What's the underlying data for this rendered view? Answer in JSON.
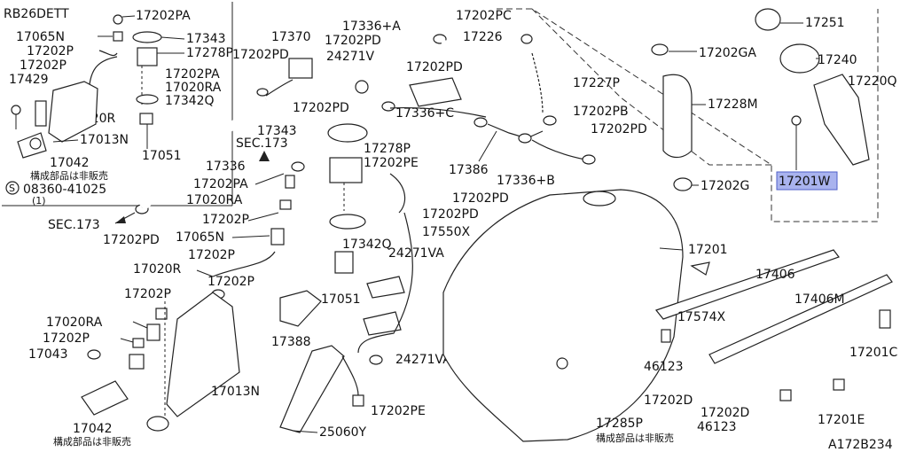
{
  "engine_code": "RB26DETT",
  "figure_code": "A172B234",
  "highlight_color": "#a9b3ee",
  "part_numbers": {
    "p17202PA": "17202PA",
    "p17065N": "17065N",
    "p17343": "17343",
    "p17202P": "17202P",
    "p17278P": "17278P",
    "p17429": "17429",
    "p17020RA": "17020RA",
    "p17020R": "17020R",
    "p17342Q": "17342Q",
    "p17013N": "17013N",
    "p17051": "17051",
    "p17042": "17042",
    "p08360": "08360-41025",
    "p08360_qty": "(1)",
    "p17370": "17370",
    "p17202PD": "17202PD",
    "p24271V": "24271V",
    "p17336A": "17336+A",
    "p17202PC": "17202PC",
    "p17226": "17226",
    "p17227P": "17227P",
    "p17336C": "17336+C",
    "p17336": "17336",
    "p17202PE": "17202PE",
    "p17202PB": "17202PB",
    "p17386": "17386",
    "p17336B": "17336+B",
    "p17550X": "17550X",
    "p24271VA": "24271VA",
    "p17388": "17388",
    "p25060Y": "25060Y",
    "p17043": "17043",
    "p17251": "17251",
    "p17240": "17240",
    "p17202GA": "17202GA",
    "p17220Q": "17220Q",
    "p17228M": "17228M",
    "p17201W": "17201W",
    "p17202G": "17202G",
    "p17201": "17201",
    "p17406": "17406",
    "p17406M": "17406M",
    "p17574X": "17574X",
    "p46123": "46123",
    "p17201C": "17201C",
    "p17202D": "17202D",
    "p17285P": "17285P",
    "p17201E": "17201E",
    "sec173": "SEC.173"
  },
  "notes": {
    "not_sold_separately": "構成部品は非販売",
    "circle_s": "S"
  }
}
